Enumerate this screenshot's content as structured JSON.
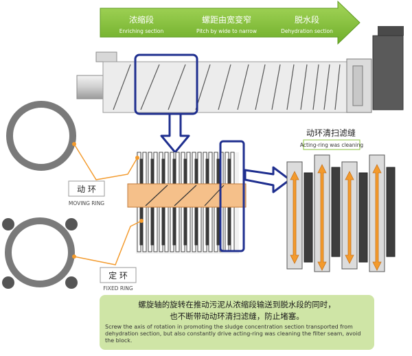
{
  "banner": {
    "sections": [
      {
        "zh": "浓缩段",
        "en": "Enriching section"
      },
      {
        "zh": "螺距由宽变窄",
        "en": "Pitch by wide to narrow"
      },
      {
        "zh": "脱水段",
        "en": "Dehydration section"
      }
    ],
    "color": "#8cc63f"
  },
  "labels": {
    "moving_ring_zh": "动  环",
    "moving_ring_en": "MOVING RING",
    "fixed_ring_zh": "定  环",
    "fixed_ring_en": "FIXED RING",
    "cleaning_zh": "动环清扫滤缝",
    "cleaning_en": "Acting-ring was cleaning"
  },
  "caption": {
    "zh_line1": "螺旋轴的旋转在推动污泥从浓缩段输送到脱水段的同时，",
    "zh_line2": "也不断带动动环清扫滤缝，防止堵塞。",
    "en": "Screw the axis of rotation in promoting the sludge concentration section transported from dehydration section, but also constantly drive acting-ring was cleaning the filter seam, avoid the block."
  },
  "colors": {
    "highlight_box": "#1f2f8f",
    "accent_orange": "#f39a2c",
    "shaft_gray": "#d9d9d9",
    "ring_gray": "#7a7a7a",
    "caption_bg": "#cfe5a6"
  }
}
